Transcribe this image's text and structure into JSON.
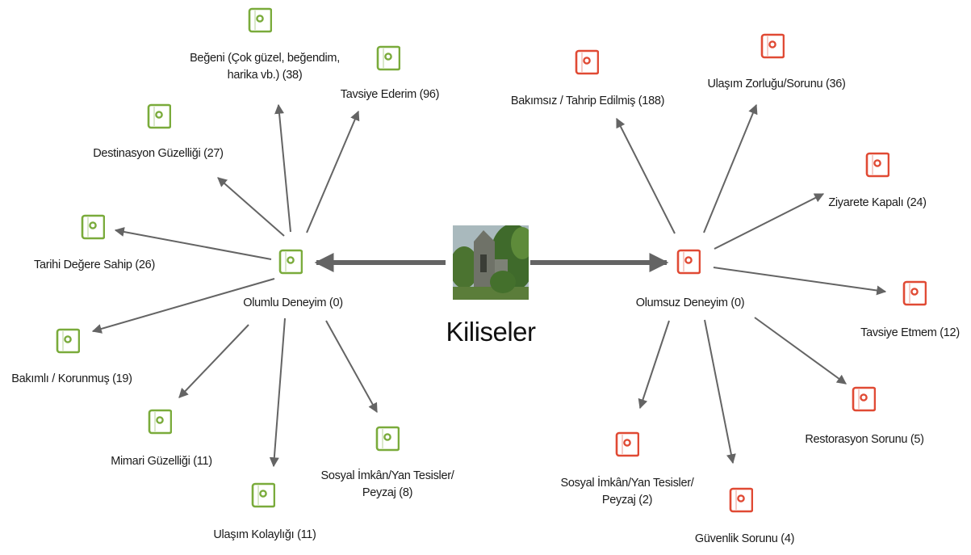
{
  "center": {
    "title": "Kiliseler"
  },
  "colors": {
    "positive": "#7aab3b",
    "negative": "#e04a34",
    "edge": "#646464"
  },
  "positive": {
    "hub": "Olumlu Deneyim (0)",
    "children": {
      "begeni": "Beğeni (Çok güzel, beğendim,\nharika vb.) (38)",
      "tavsiye_ederim": "Tavsiye Ederim (96)",
      "destinasyon": "Destinasyon Güzelliği (27)",
      "tarihi": "Tarihi Değere Sahip (26)",
      "bakimli": "Bakımlı / Korunmuş (19)",
      "mimari": "Mimari Güzelliği (11)",
      "ulasim_kolayligi": "Ulaşım Kolaylığı (11)",
      "sosyal_imkan": "Sosyal İmkân/Yan Tesisler/\nPeyzaj (8)"
    }
  },
  "negative": {
    "hub": "Olumsuz Deneyim (0)",
    "children": {
      "bakimsiz": "Bakımsız / Tahrip Edilmiş (188)",
      "ulasim_zorlugu": "Ulaşım Zorluğu/Sorunu (36)",
      "ziyarete_kapali": "Ziyarete Kapalı (24)",
      "tavsiye_etmem": "Tavsiye Etmem (12)",
      "restorasyon": "Restorasyon Sorunu (5)",
      "guvenlik": "Güvenlik Sorunu (4)",
      "sosyal_imkan": "Sosyal İmkân/Yan Tesisler/\nPeyzaj (2)"
    }
  }
}
